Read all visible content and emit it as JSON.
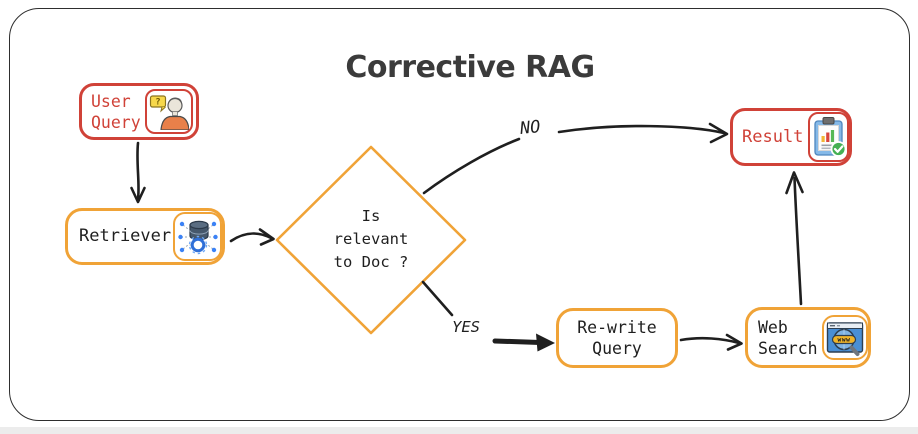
{
  "title": "Corrective RAG",
  "nodes": {
    "user_query": {
      "lines": [
        "User",
        "Query"
      ]
    },
    "retriever": {
      "label": "Retriever"
    },
    "decision": {
      "lines": [
        "Is",
        "relevant",
        "to Doc ?"
      ]
    },
    "result": {
      "label": "Result"
    },
    "rewrite_query": {
      "lines": [
        "Re-write",
        "Query"
      ]
    },
    "web_search": {
      "lines": [
        "Web",
        "Search"
      ]
    }
  },
  "edge_labels": {
    "no": "NO",
    "yes": "YES"
  },
  "icon_text": {
    "question_mark": "?",
    "www": "www"
  },
  "colors": {
    "red": "#d04238",
    "yellow": "#f0a337",
    "ink": "#1f1f1f",
    "title": "#3b3b3b"
  }
}
